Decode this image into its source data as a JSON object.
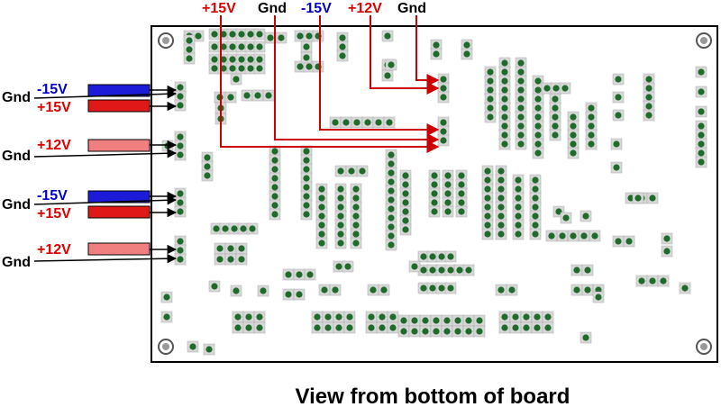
{
  "top_labels": [
    {
      "text": "+15V",
      "color": "#dd0000"
    },
    {
      "text": "Gnd",
      "color": "#000000"
    },
    {
      "text": "-15V",
      "color": "#0000cc"
    },
    {
      "text": "+12V",
      "color": "#dd0000"
    },
    {
      "text": "Gnd",
      "color": "#000000"
    }
  ],
  "left_labels": {
    "g1_gnd": "Gnd",
    "g1_neg15": "-15V",
    "g1_pos15": "+15V",
    "g2_pos12": "+12V",
    "g2_gnd": "Gnd",
    "g3_gnd": "Gnd",
    "g3_neg15": "-15V",
    "g3_pos15": "+15V",
    "g4_pos12": "+12V",
    "g4_gnd": "Gnd"
  },
  "caption": "View from bottom of board",
  "colors": {
    "red": "#dd0000",
    "blue": "#0000cc",
    "pink": "#f08080",
    "pad": "#1e6b2a",
    "board": "#000000"
  }
}
